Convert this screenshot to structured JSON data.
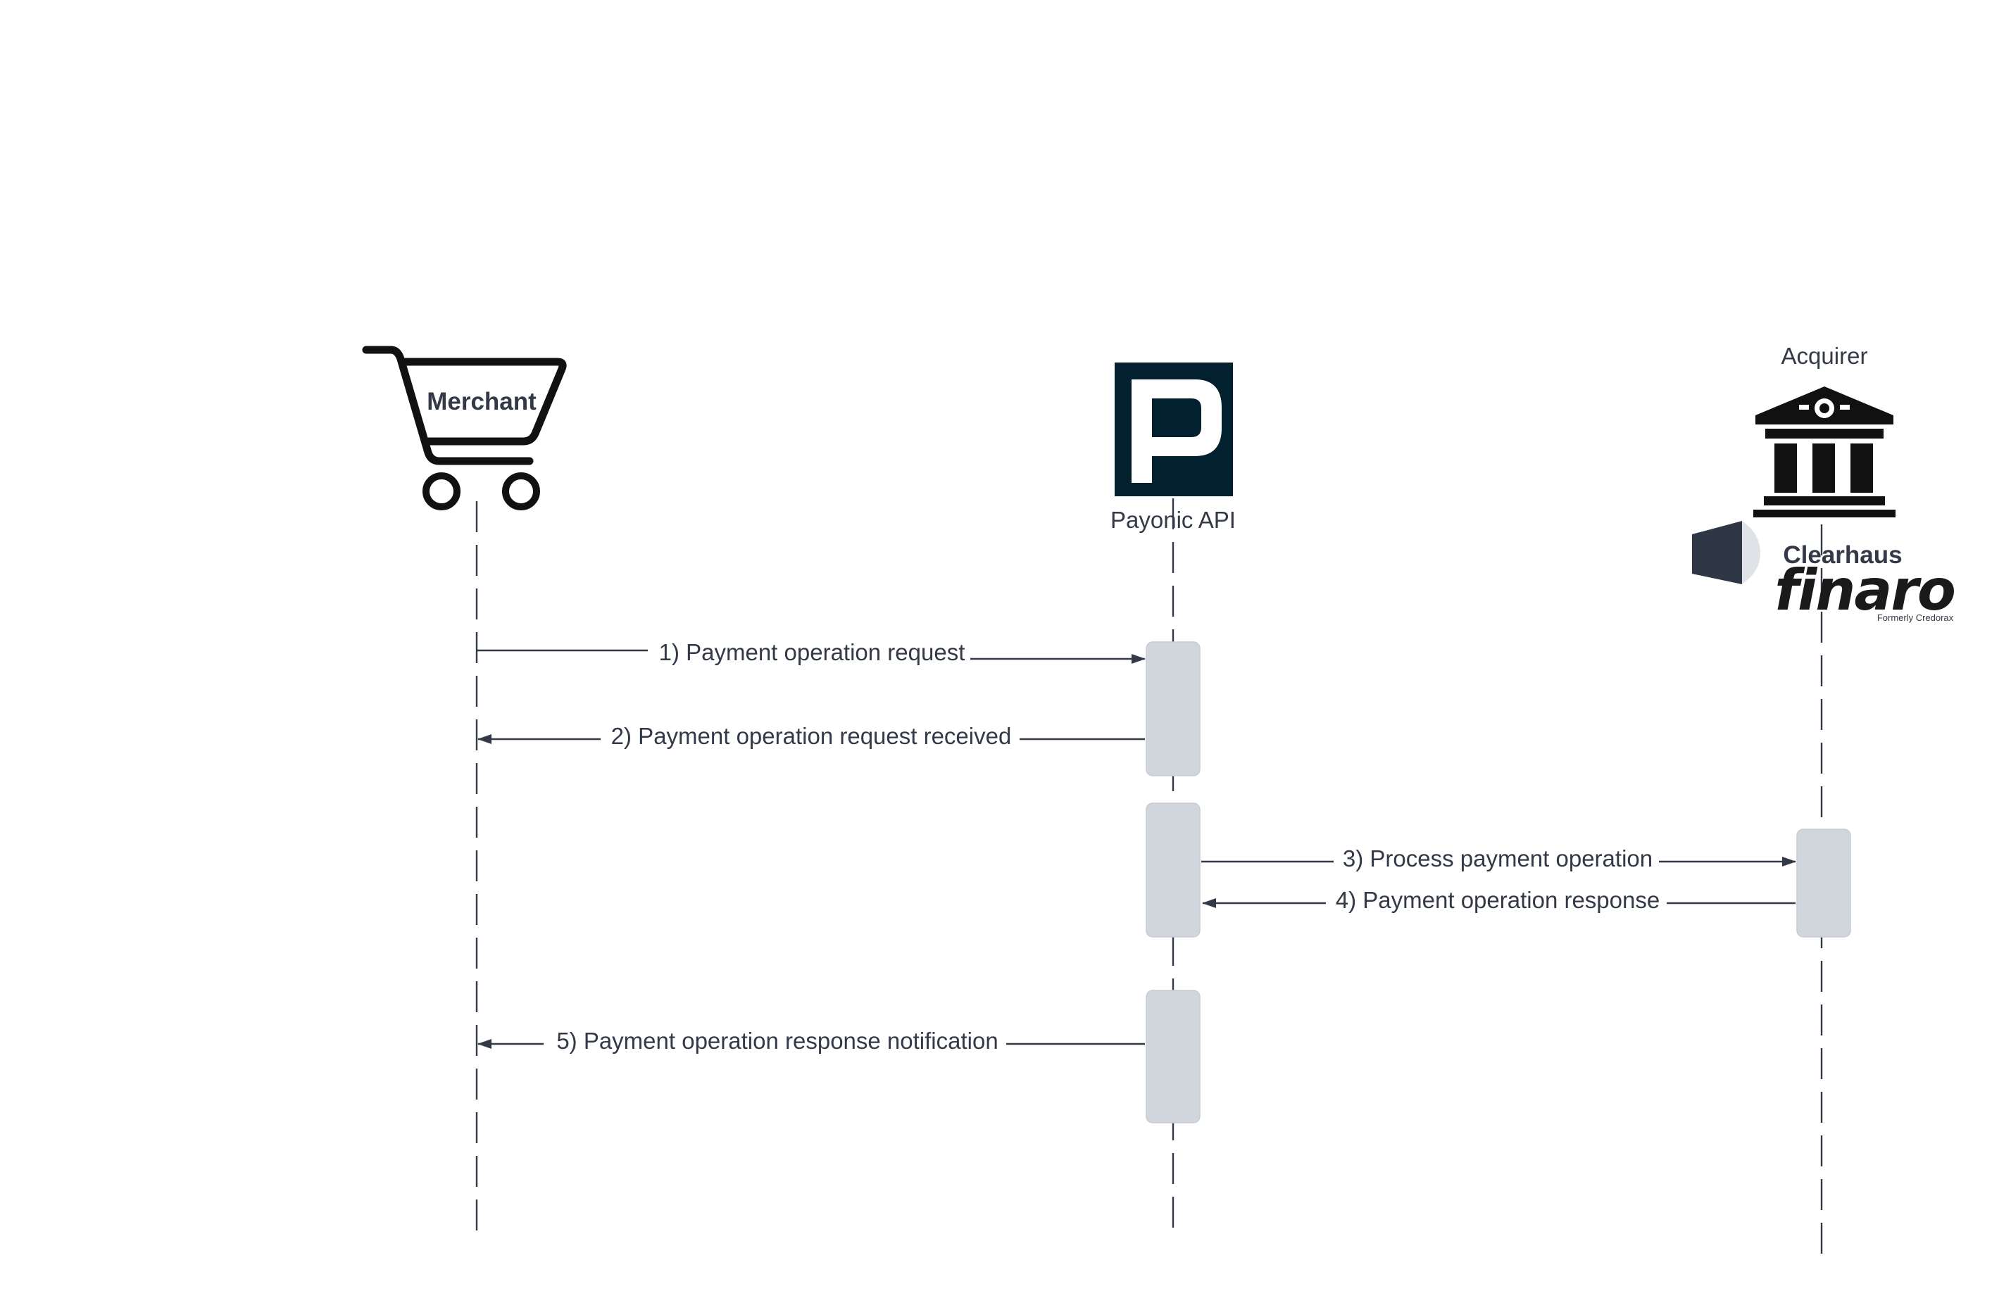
{
  "participants": {
    "merchant": {
      "label": "Merchant",
      "icon": "shopping-cart-icon"
    },
    "payonic": {
      "label": "Payonic API",
      "logo_letter": "P",
      "logo_color": "#02202d",
      "icon": "payonic-logo"
    },
    "acquirer": {
      "title": "Acquirer",
      "icon": "bank-building-icon",
      "clearhaus": "Clearhaus",
      "finaro": "finaro",
      "finaro_tagline": "Formerly Credorax"
    }
  },
  "messages": [
    {
      "label": "1) Payment operation request",
      "from": "Merchant",
      "to": "Payonic API"
    },
    {
      "label": "2) Payment operation request received",
      "from": "Payonic API",
      "to": "Merchant"
    },
    {
      "label": "3) Process payment operation",
      "from": "Payonic API",
      "to": "Acquirer"
    },
    {
      "label": "4) Payment operation response",
      "from": "Acquirer",
      "to": "Payonic API"
    },
    {
      "label": "5) Payment operation response notification",
      "from": "Payonic API",
      "to": "Merchant"
    }
  ],
  "colors": {
    "line": "#333947",
    "activation": "#d1d6dd",
    "clearhaus_mark": "#2f3747",
    "clearhaus_mark_light": "#dfe2e7"
  }
}
